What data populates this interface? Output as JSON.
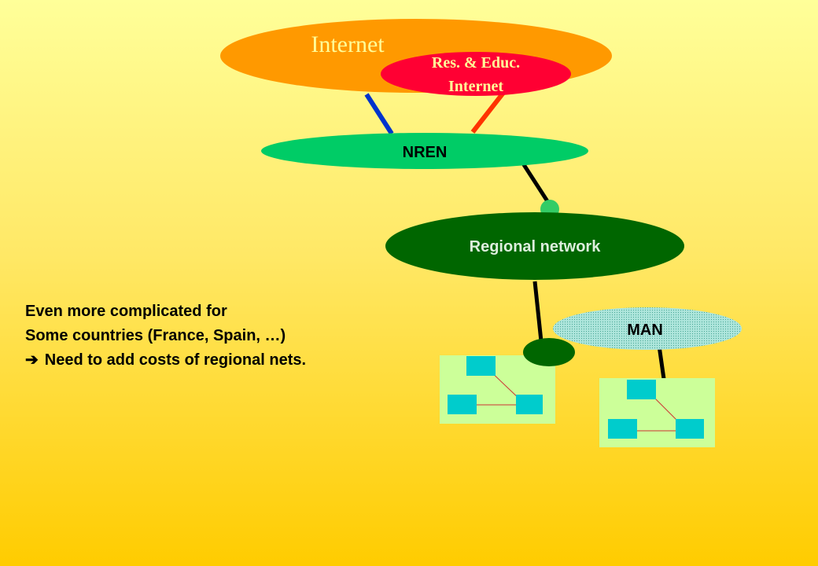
{
  "nodes": {
    "internet": "Internet",
    "res_educ_line1": "Res. & Educ.",
    "res_educ_line2": "Internet",
    "nren": "NREN",
    "regional": "Regional network",
    "man": "MAN"
  },
  "note": {
    "line1": "Even more complicated for",
    "line2": "Some countries (France, Spain, …)",
    "arrow_icon": "arrow-right-icon",
    "line3": "Need to add costs of regional nets."
  },
  "colors": {
    "internet": "#ff9900",
    "res_educ": "#ff0033",
    "nren": "#00cc66",
    "regional": "#006600",
    "man": "#99ddcc",
    "lan_box": "#ccff99",
    "lan_node": "#00cccc",
    "link_blue": "#0033cc",
    "link_orange": "#ff3300"
  }
}
